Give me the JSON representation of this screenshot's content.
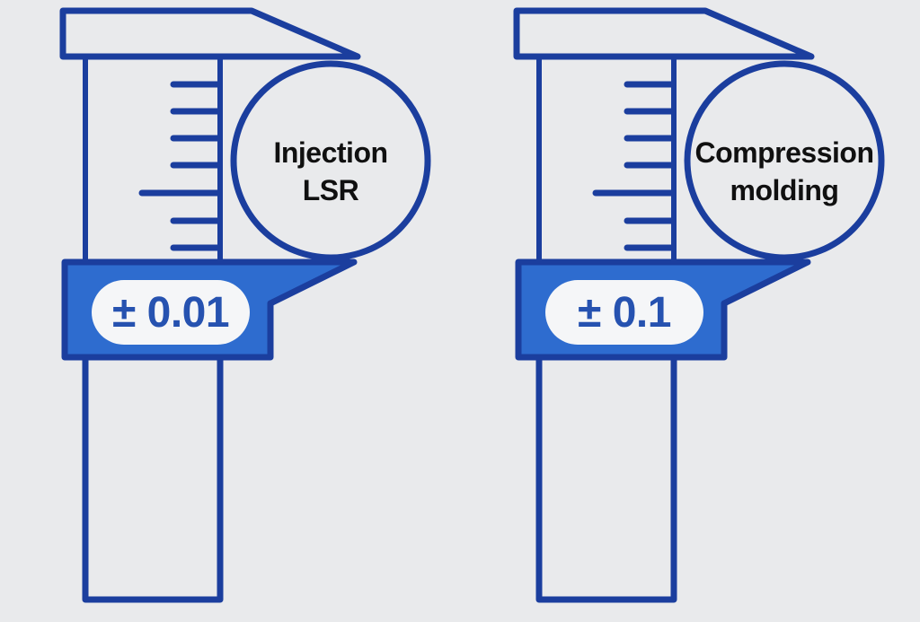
{
  "calipers": [
    {
      "name": "left",
      "circle_label": {
        "line1": "Injection",
        "line2": "LSR"
      },
      "tolerance": "± 0.01"
    },
    {
      "name": "right",
      "circle_label": {
        "line1": "Compression",
        "line2": "molding"
      },
      "tolerance": "± 0.1"
    }
  ],
  "colors": {
    "background": "#e9eaec",
    "outline_blue": "#1b3e9e",
    "flag_fill": "#2e6ccf",
    "pill_fill": "#f5f6f8",
    "pill_text": "#2652b0",
    "circle_text": "#101010"
  }
}
